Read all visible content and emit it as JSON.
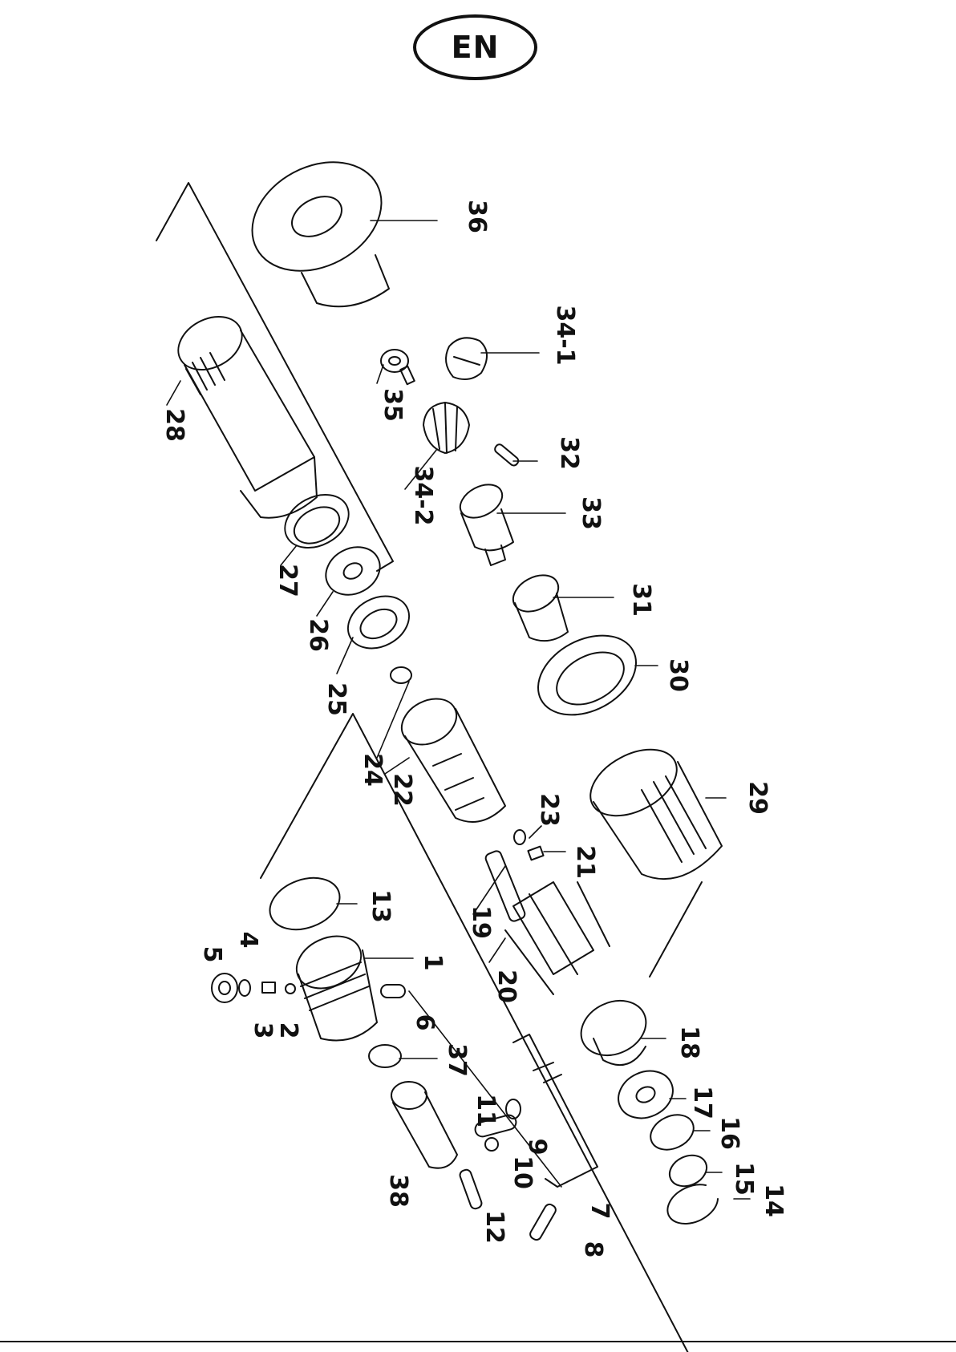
{
  "badge": {
    "text": "EN"
  },
  "diagram": {
    "callouts": [
      "36",
      "34-1",
      "35",
      "34-2",
      "32",
      "33",
      "28",
      "27",
      "26",
      "31",
      "30",
      "25",
      "24",
      "22",
      "23",
      "21",
      "29",
      "13",
      "19",
      "20",
      "1",
      "5",
      "4",
      "3",
      "2",
      "6",
      "37",
      "18",
      "17",
      "11",
      "9",
      "16",
      "10",
      "15",
      "7",
      "14",
      "38",
      "12",
      "8"
    ]
  }
}
